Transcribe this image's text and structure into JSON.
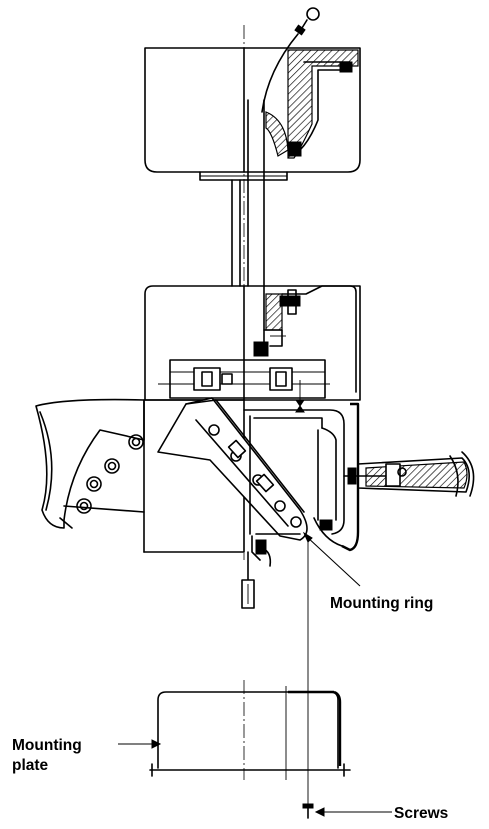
{
  "labels": {
    "mounting_ring": "Mounting ring",
    "mounting_plate_line1": "Mounting",
    "mounting_plate_line2": "plate",
    "screws": "Screws"
  }
}
